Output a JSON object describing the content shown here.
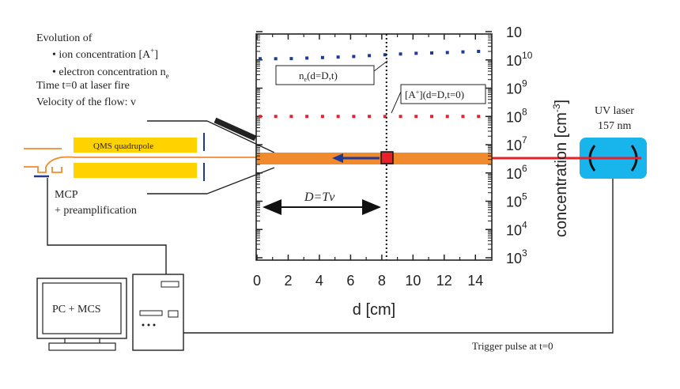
{
  "notes": {
    "line1": "Evolution of",
    "line2_prefix": "• ion concentration [A",
    "line2_sup": "+",
    "line2_suffix": "]",
    "line3_prefix": "• electron concentration n",
    "line3_sub": "e",
    "line4": "Time t=0 at laser fire",
    "line5": "Velocity of the flow: v"
  },
  "apparatus": {
    "qms_label": "QMS quadrupole",
    "mcp_label": "MCP",
    "preamp_label": "+ preamplification",
    "computer_label": "PC + MCS",
    "laser_label_1": "UV laser",
    "laser_label_2": "157 nm",
    "trigger_label": "Trigger pulse at t=0"
  },
  "plot": {
    "xlabel": "d [cm]",
    "ylabel": "concentration [cm",
    "ylabel_sup": "-3",
    "ylabel_close": "]",
    "x_ticks": [
      "0",
      "2",
      "4",
      "6",
      "8",
      "10",
      "12",
      "14"
    ],
    "y_ticks": [
      {
        "base": "10",
        "exp": "3"
      },
      {
        "base": "10",
        "exp": "4"
      },
      {
        "base": "10",
        "exp": "5"
      },
      {
        "base": "10",
        "exp": "6"
      },
      {
        "base": "10",
        "exp": "7"
      },
      {
        "base": "10",
        "exp": "8"
      },
      {
        "base": "10",
        "exp": "9"
      },
      {
        "base": "10",
        "exp": "10"
      },
      {
        "base": "10",
        "exp": ""
      }
    ],
    "D_label": "D=Tv",
    "ne_label_prefix": "n",
    "ne_label_sub": "e",
    "ne_label_suffix": "(d=D,t)",
    "ion_label_prefix": "[A",
    "ion_label_sup": "+",
    "ion_label_suffix": "](d=D,t=0)",
    "colors": {
      "beam": "#f08a2c",
      "electron_dots": "#1f3a93",
      "ion_dots": "#e8202a",
      "laser_box": "#18b4ec",
      "laser_line": "#e8202a",
      "qms": "#ffd200",
      "mcp_blue": "#1f3a93"
    }
  },
  "chart_data": {
    "type": "scatter",
    "xlabel": "d [cm]",
    "ylabel": "concentration [cm-3]",
    "xlim": [
      0,
      15
    ],
    "ylim_log10": [
      3,
      11
    ],
    "y_scale": "log",
    "marker_line_x": 8.3,
    "series": [
      {
        "name": "ne(d=D,t)",
        "x": [
          0,
          2,
          4,
          6,
          8,
          10,
          12,
          14
        ],
        "y": [
          11000000000.0,
          11000000000.0,
          12000000000.0,
          13000000000.0,
          15000000000.0,
          17000000000.0,
          18000000000.0,
          20000000000.0
        ]
      },
      {
        "name": "[A+](d=D,t=0)",
        "x": [
          0,
          2,
          4,
          6,
          8,
          10,
          12,
          14
        ],
        "y": [
          100000000.0,
          100000000.0,
          100000000.0,
          100000000.0,
          100000000.0,
          100000000.0,
          100000000.0,
          100000000.0
        ]
      }
    ]
  }
}
